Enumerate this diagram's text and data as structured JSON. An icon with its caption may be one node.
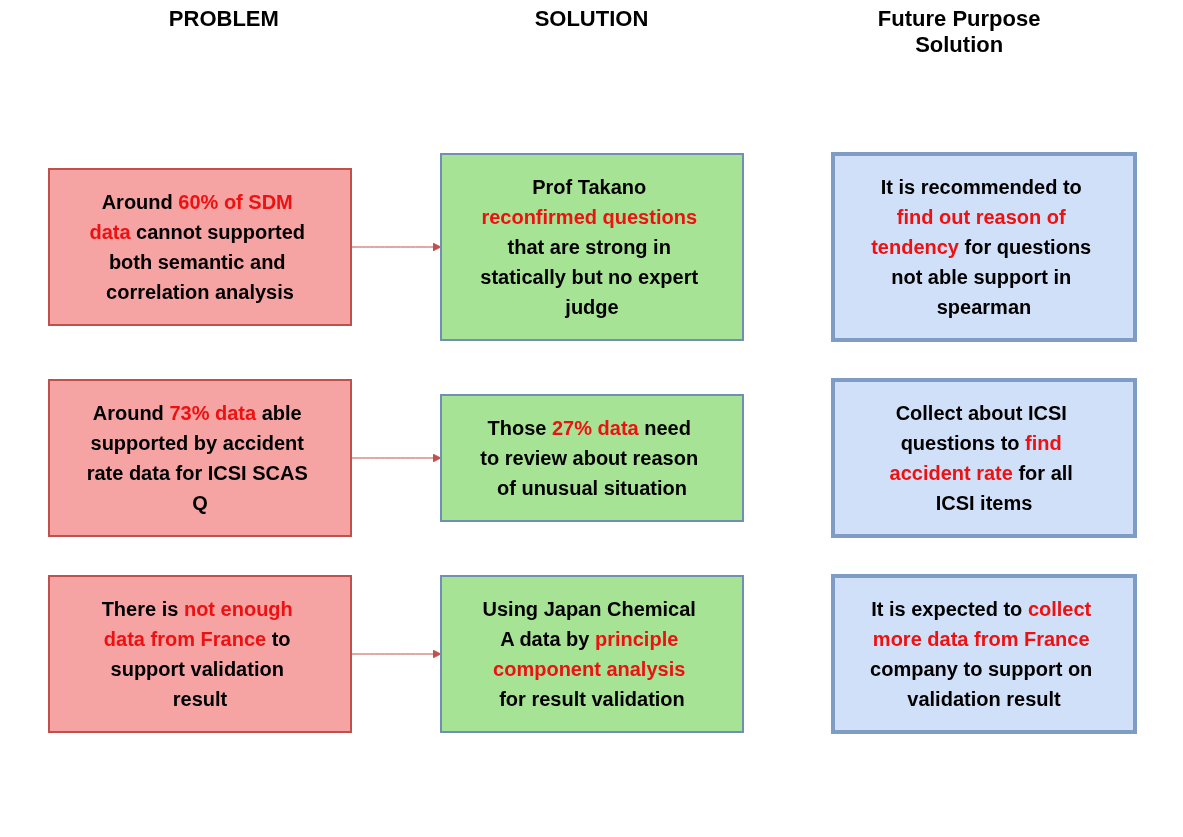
{
  "diagram": {
    "nodes": [
      {
        "text": [
          "Around **60% of SDM data** cannot supported both semantic and correlation analysis"
        ]
      },
      {
        "text": [
          "Prof Takano **reconfirmed questions** that are strong in statically but no expert judge"
        ]
      },
      {
        "text": [
          "It is recommended to **find out reason of tendency** for questions not able support in spearman"
        ]
      },
      {
        "text": [
          "Around **73% data** able supported by accident rate data for ICSI SCAS Q"
        ]
      },
      {
        "text": [
          "Those **27% data** need to review about reason of unusual situation"
        ]
      },
      {
        "text": [
          "Collect about ICSI questions to **find accident rate** for all ICSI items"
        ]
      },
      {
        "text": [
          "There is **not enough data from France** to support validation result"
        ]
      },
      {
        "text": [
          "Using Japan Chemical A data by **principle component analysis** for result validation"
        ]
      },
      {
        "text": [
          "It is expected to **collect more data from France** company to support on validation result"
        ]
      }
    ],
    "edges": [
      {
        "from": 0,
        "to": 1,
        "arrow": "to"
      },
      {
        "from": 3,
        "to": 4,
        "arrow": "to"
      },
      {
        "from": 6,
        "to": 7,
        "arrow": "to"
      }
    ],
    "labels": [
      "PROBLEM",
      "SOLUTION",
      "Future Purpose Solution"
    ]
  }
}
